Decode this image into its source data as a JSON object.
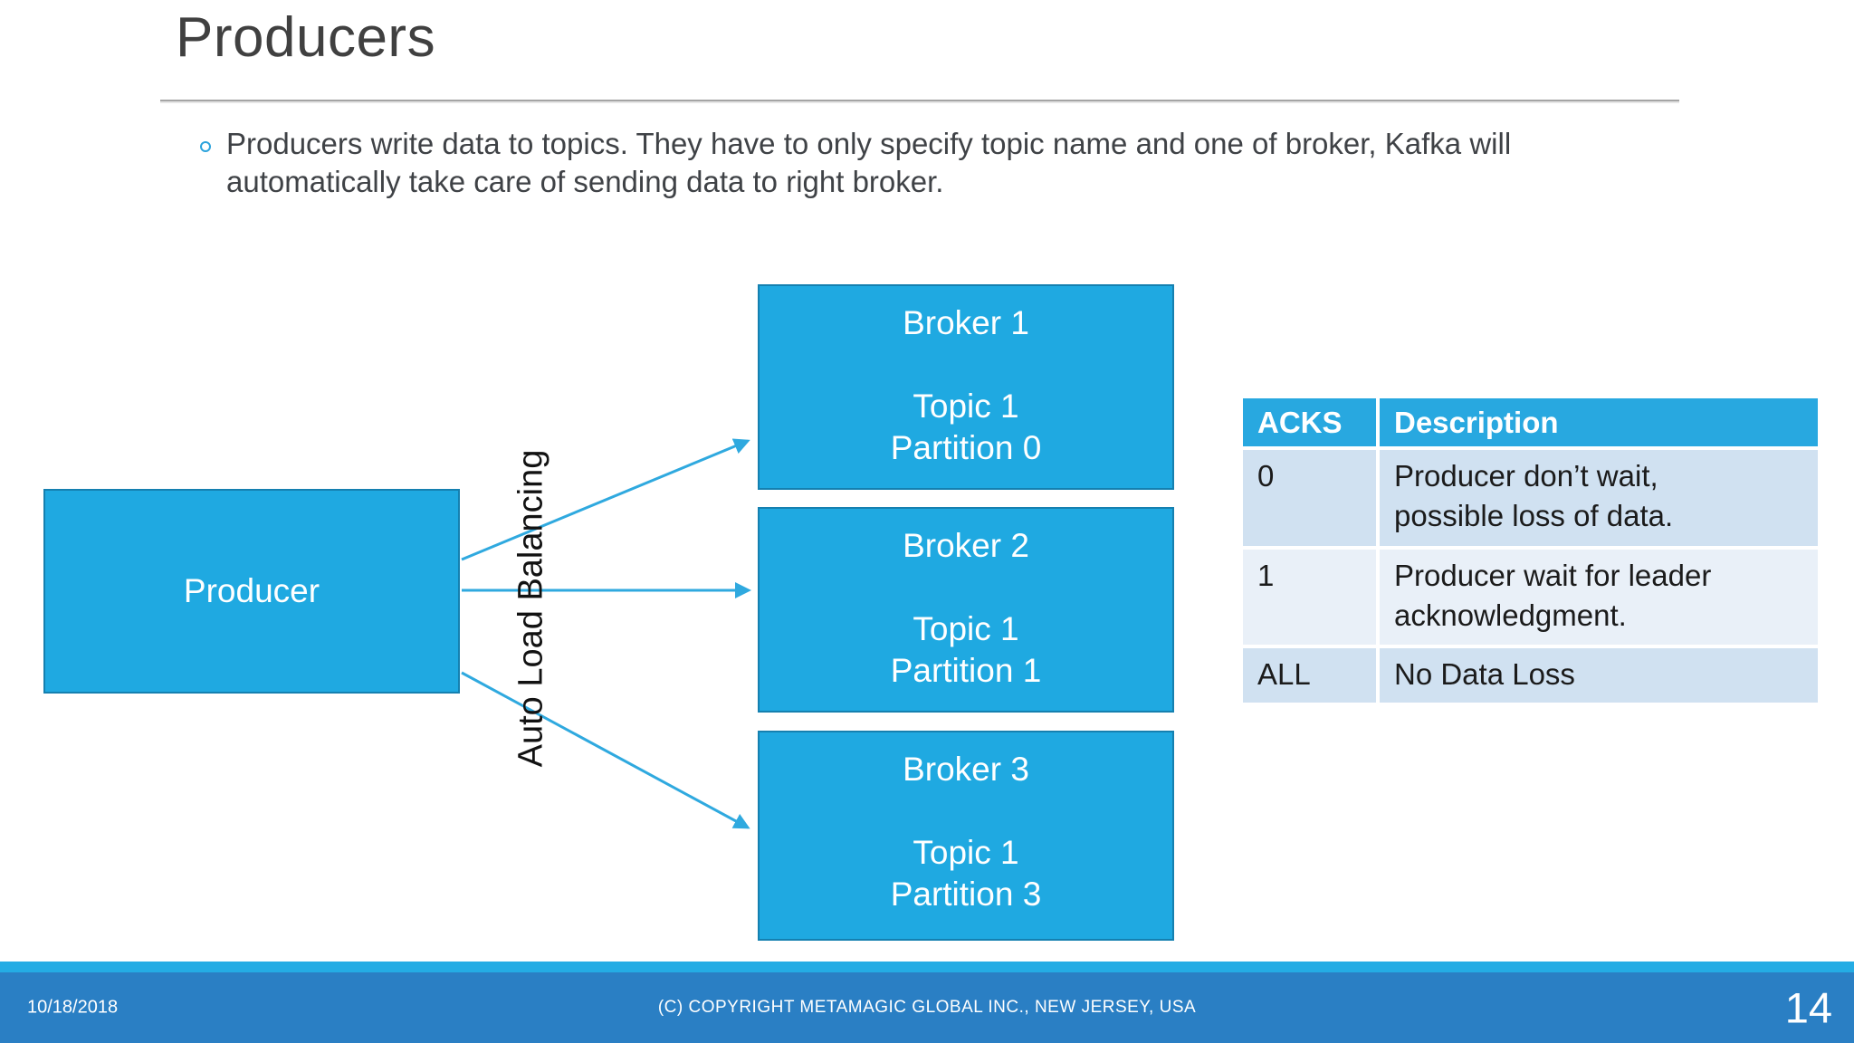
{
  "slide": {
    "title": "Producers",
    "bullet": {
      "lines": [
        "Producers write data to topics. They have to only specify topic name and one of broker, Kafka will",
        "automatically take care of sending data to right broker."
      ]
    },
    "diagram": {
      "producer_label": "Producer",
      "auto_load_balancing_label": "Auto Load Balancing",
      "brokers": [
        {
          "title": "Broker 1",
          "topic": "Topic 1",
          "partition": "Partition 0"
        },
        {
          "title": "Broker 2",
          "topic": "Topic 1",
          "partition": "Partition 1"
        },
        {
          "title": "Broker 3",
          "topic": "Topic 1",
          "partition": "Partition 3"
        }
      ]
    },
    "table": {
      "headers": [
        "ACKS",
        "Description"
      ],
      "rows": [
        {
          "acks": "0",
          "lines": [
            "Producer don’t wait,",
            "possible loss of data."
          ]
        },
        {
          "acks": "1",
          "lines": [
            "Producer wait for leader",
            "acknowledgment."
          ]
        },
        {
          "acks": "ALL",
          "lines": [
            "No Data Loss"
          ]
        }
      ]
    },
    "footer": {
      "date": "10/18/2018",
      "copyright": "(C) COPYRIGHT METAMAGIC GLOBAL INC., NEW JERSEY, USA",
      "page_number": "14"
    },
    "colors": {
      "box_fill": "#1fa9e1",
      "box_border": "#1580b0",
      "arrow": "#2fa9df",
      "table_header_bg": "#28a8e0",
      "table_row_dark": "#d0e1f1",
      "table_row_light": "#e9f0f8",
      "footer_strip": "#24ace4",
      "footer_bar": "#2a7fc4"
    }
  }
}
